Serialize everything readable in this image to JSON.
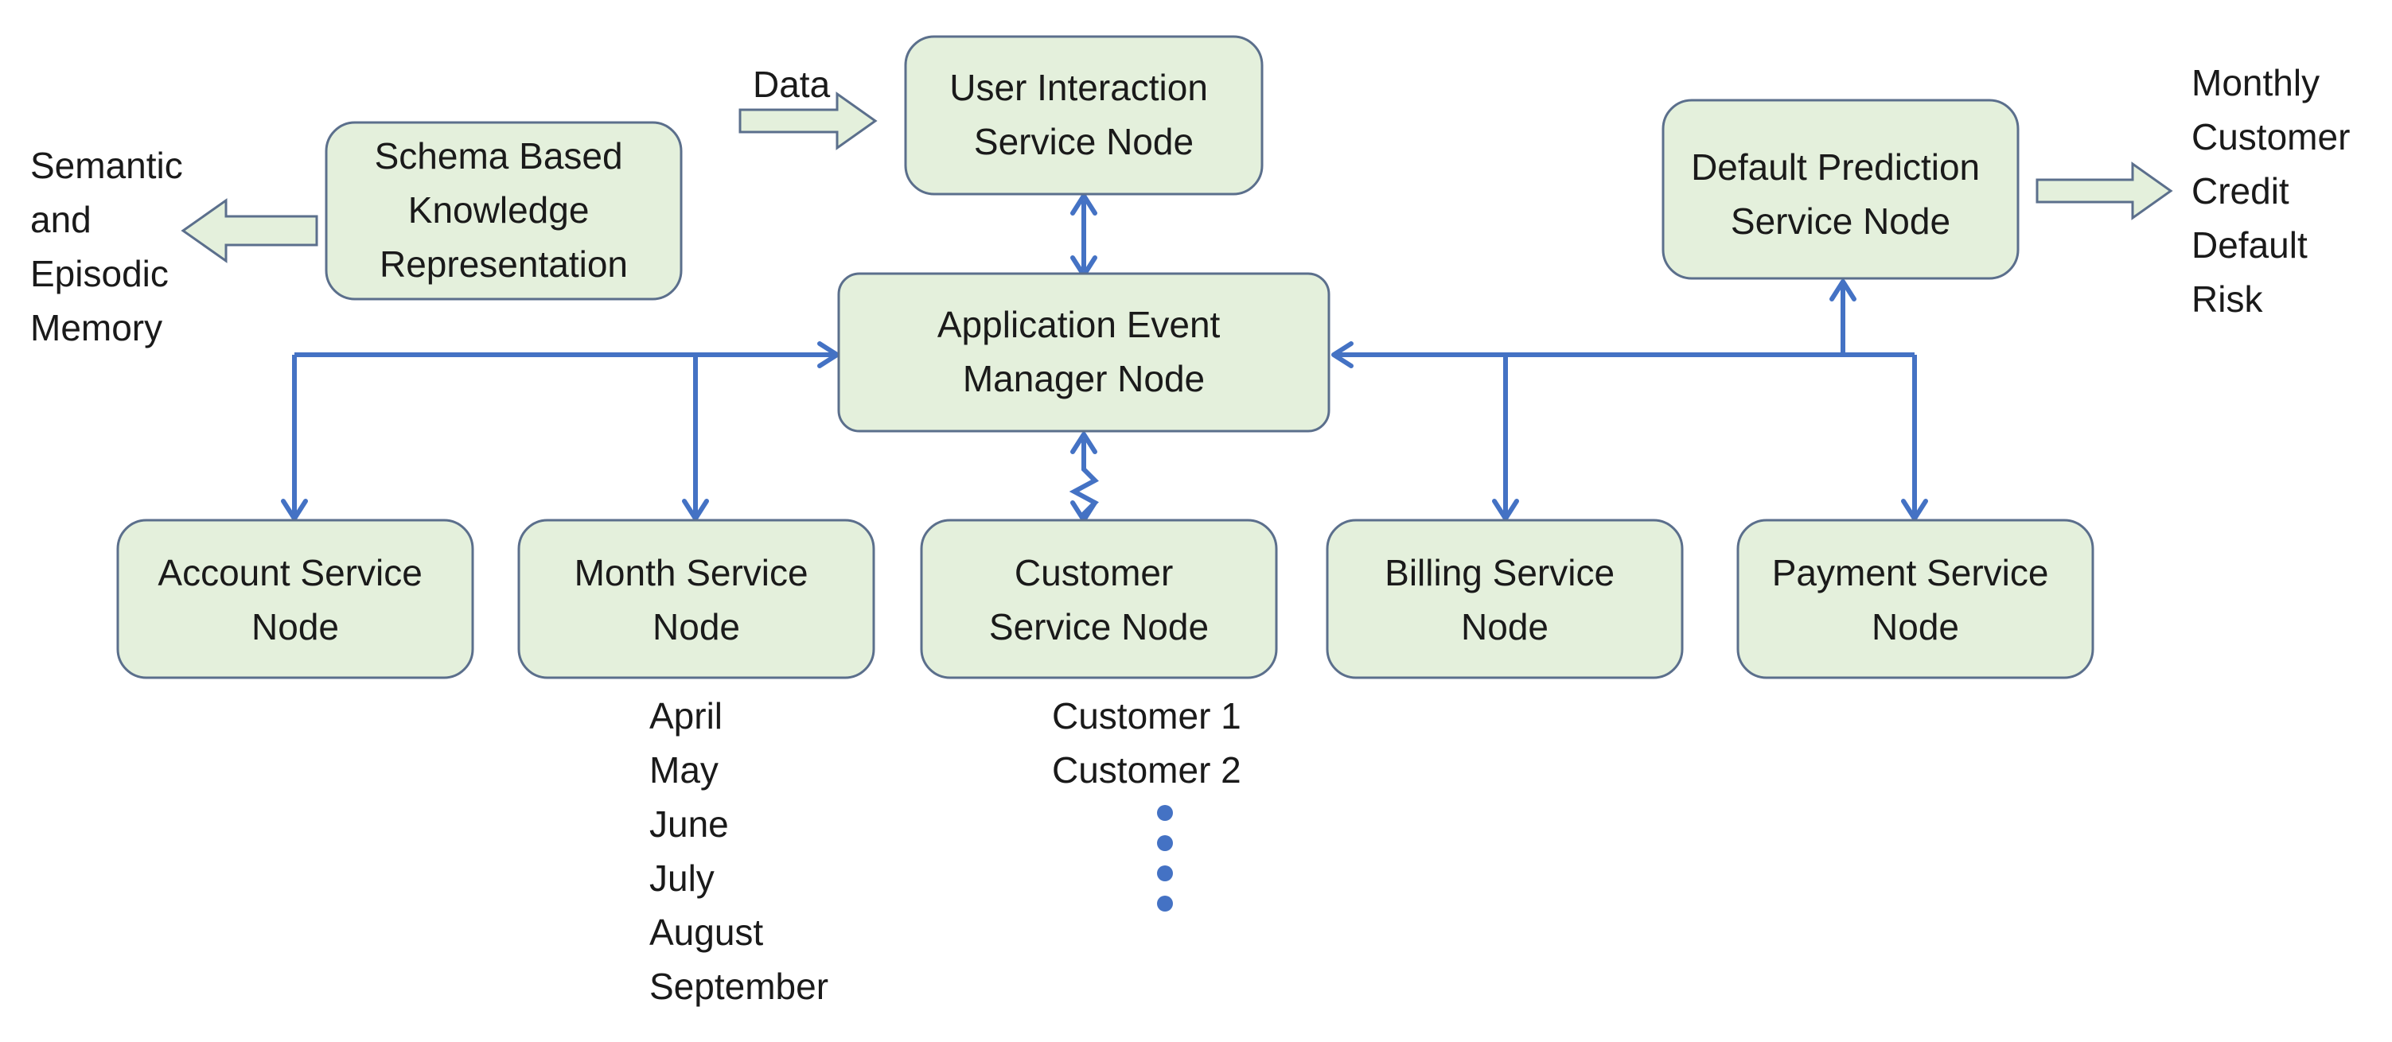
{
  "nodes": {
    "user_interaction": [
      "User Interaction",
      "Service Node"
    ],
    "schema_knowledge": [
      "Schema Based",
      "Knowledge",
      "Representation"
    ],
    "default_prediction": [
      "Default Prediction",
      "Service Node"
    ],
    "app_event_manager": [
      "Application Event",
      "Manager Node"
    ],
    "account_service": [
      "Account Service",
      "Node"
    ],
    "month_service": [
      "Month Service",
      "Node"
    ],
    "customer_service": [
      "Customer",
      "Service Node"
    ],
    "billing_service": [
      "Billing Service",
      "Node"
    ],
    "payment_service": [
      "Payment Service",
      "Node"
    ]
  },
  "labels": {
    "data": "Data",
    "memory": [
      "Semantic",
      "and",
      "Episodic",
      "Memory"
    ],
    "risk_output": [
      "Monthly",
      "Customer",
      "Credit",
      "Default",
      "Risk"
    ]
  },
  "months": [
    "April",
    "May",
    "June",
    "July",
    "August",
    "September"
  ],
  "customers": [
    "Customer 1",
    "Customer 2"
  ],
  "colors": {
    "node_fill": "#e4f0dc",
    "node_border": "#5b6f8c",
    "connector": "#4472c4"
  }
}
